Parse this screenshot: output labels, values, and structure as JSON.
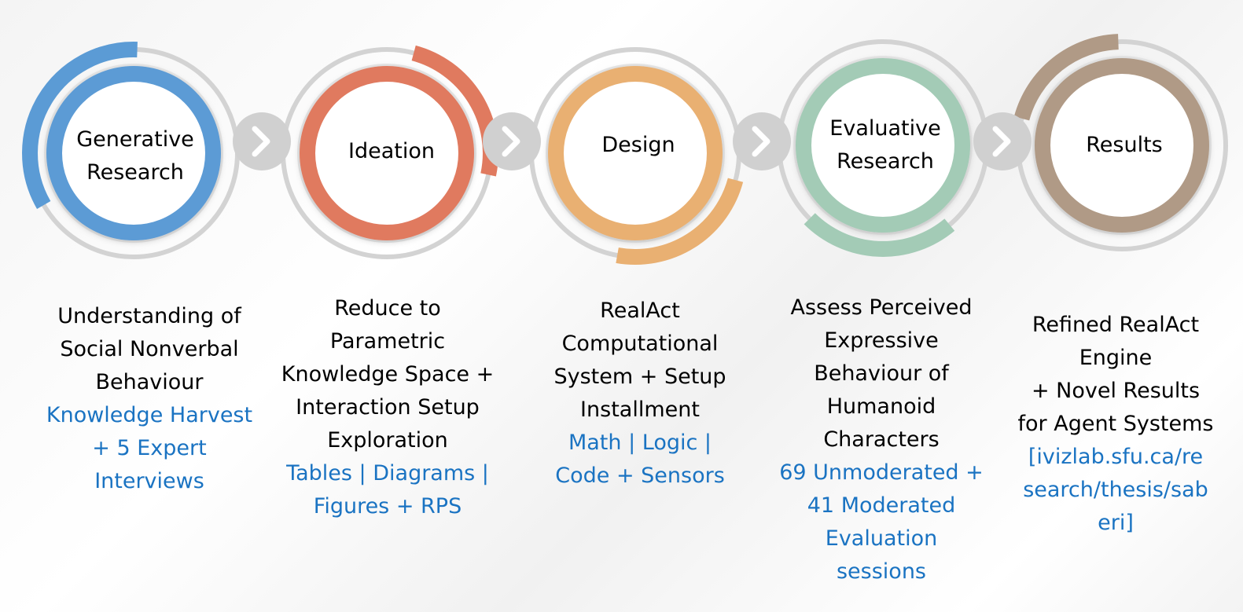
{
  "colors": {
    "stage_1": "#5b9bd5",
    "stage_2": "#e07a5f",
    "stage_3": "#e9b072",
    "stage_4": "#a3cbb6",
    "stage_5": "#b09a86",
    "track": "#d3d3d3",
    "chevron_circle": "#d0d0d0",
    "subtext": "#1a73c2"
  },
  "chevron_icon": "chevron-right-icon",
  "stages": [
    {
      "title": "Generative\nResearch",
      "description": "Understanding of\nSocial Nonverbal\nBehaviour",
      "subtext": "Knowledge Harvest\n+ 5 Expert\nInterviews"
    },
    {
      "title": "Ideation",
      "description": "Reduce to\nParametric\nKnowledge Space +\nInteraction Setup\nExploration",
      "subtext": "Tables | Diagrams |\nFigures + RPS"
    },
    {
      "title": "Design",
      "description": "RealAct\nComputational\nSystem + Setup\nInstallment",
      "subtext": "Math | Logic |\nCode + Sensors"
    },
    {
      "title": "Evaluative\nResearch",
      "description": "Assess Perceived\nExpressive\nBehaviour of\nHumanoid\nCharacters",
      "subtext": "69 Unmoderated +\n41 Moderated\nEvaluation\nsessions"
    },
    {
      "title": "Results",
      "description": "Refined RealAct\nEngine\n+ Novel Results\nfor Agent Systems",
      "subtext": "[ivizlab.sfu.ca/re\nsearch/thesis/sab\neri]"
    }
  ]
}
